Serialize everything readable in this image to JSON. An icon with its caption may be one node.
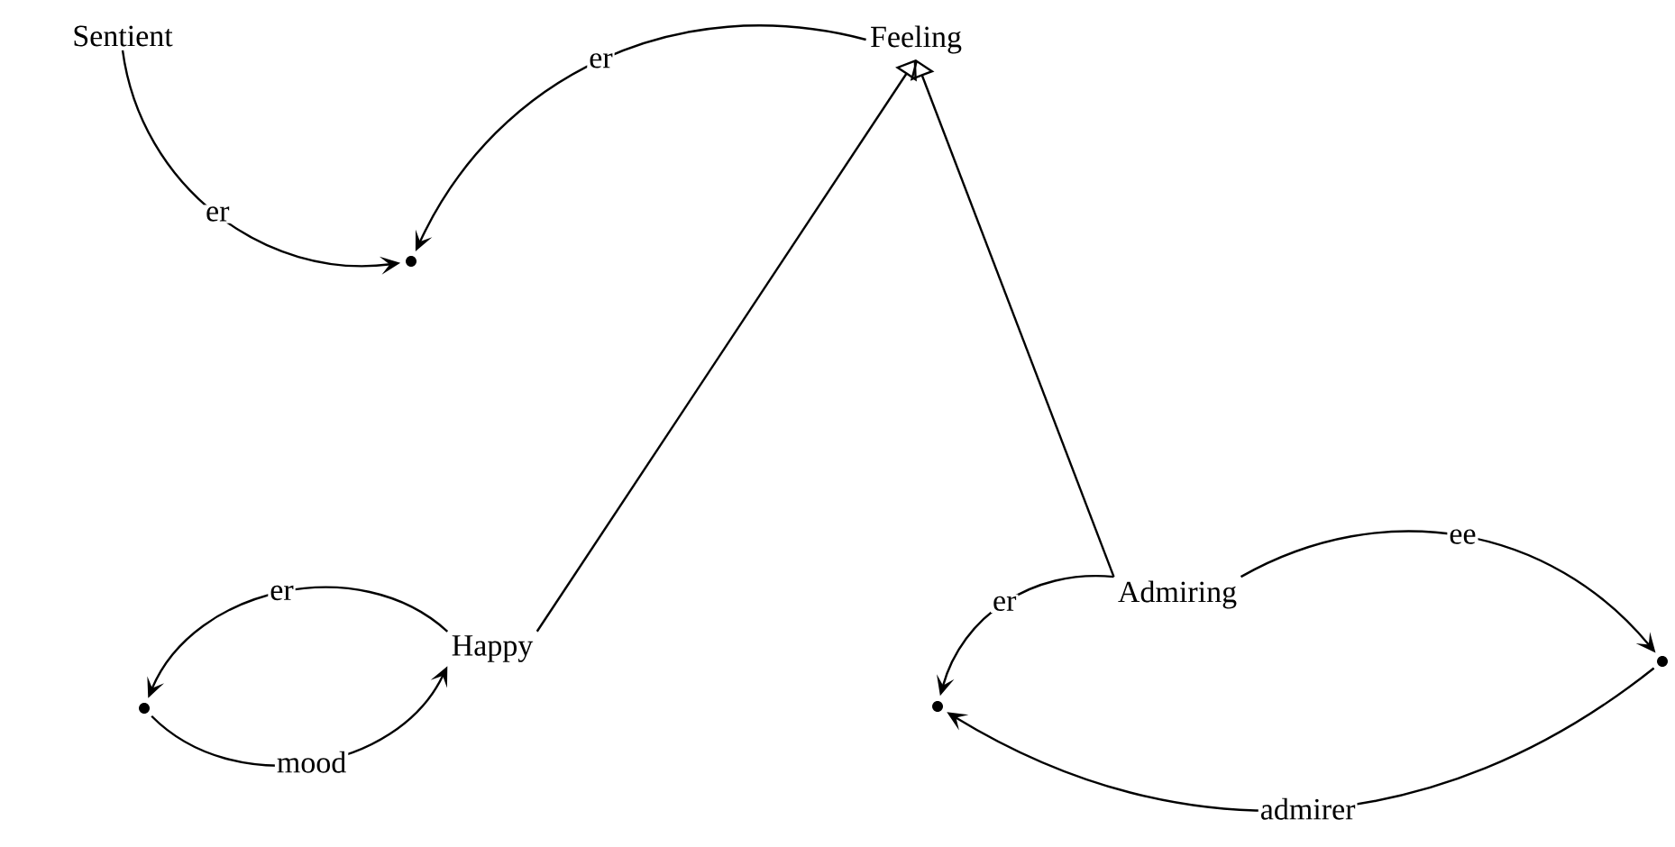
{
  "diagram": {
    "nodes": [
      {
        "text": [
          "Sentient"
        ]
      },
      {
        "text": [
          "Feeling"
        ]
      },
      {
        "text": [],
        "shape": "circle"
      },
      {
        "text": [
          "Happy"
        ]
      },
      {
        "text": [],
        "shape": "circle"
      },
      {
        "text": [
          "Admiring"
        ]
      },
      {
        "text": [],
        "shape": "circle"
      },
      {
        "text": [],
        "shape": "circle"
      }
    ],
    "edges": [
      {
        "from": 1,
        "to": 2,
        "arrow": "to",
        "label": "er"
      },
      {
        "from": 0,
        "to": 2,
        "arrow": "to",
        "label": "er"
      },
      {
        "from": 3,
        "to": 1,
        "arrow": "to"
      },
      {
        "from": 5,
        "to": 1,
        "arrow": "to"
      },
      {
        "from": 3,
        "to": 4,
        "arrow": "to",
        "label": "er"
      },
      {
        "from": 4,
        "to": 3,
        "arrow": "to",
        "label": "mood"
      },
      {
        "from": 5,
        "to": 6,
        "arrow": "to",
        "label": "er"
      },
      {
        "from": 5,
        "to": 7,
        "arrow": "to",
        "label": "ee"
      },
      {
        "from": 7,
        "to": 6,
        "arrow": "to",
        "label": "admirer"
      }
    ]
  }
}
